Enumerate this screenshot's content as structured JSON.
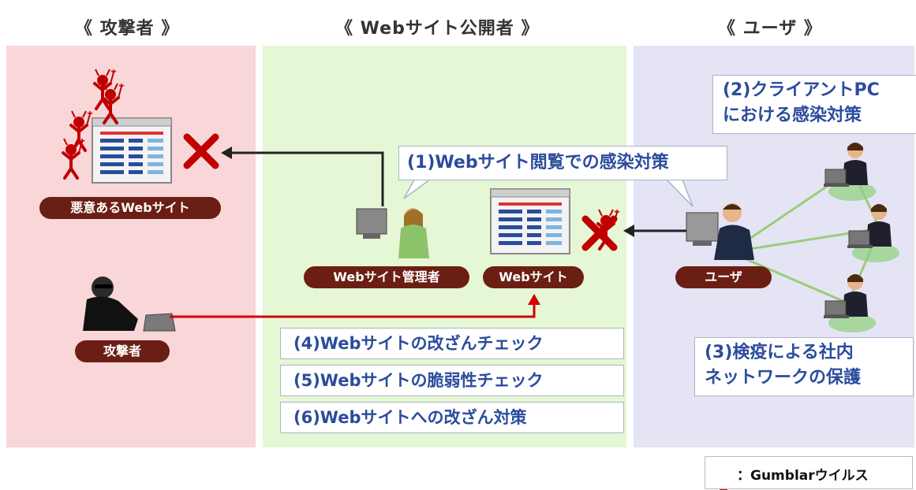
{
  "headers": {
    "attacker": "《 攻撃者 》",
    "publisher": "《 Webサイト公開者 》",
    "user": "《 ユーザ 》"
  },
  "labels": {
    "malicious_site": "悪意あるWebサイト",
    "attacker": "攻撃者",
    "site_admin": "Webサイト管理者",
    "website": "Webサイト",
    "user": "ユーザ"
  },
  "measures": {
    "m1": "(1)Webサイト閲覧での感染対策",
    "m2_line1": "(2)クライアントPC",
    "m2_line2": "における感染対策",
    "m3_line1": "(3)検疫による社内",
    "m3_line2": "ネットワークの保護",
    "m4": "(4)Webサイトの改ざんチェック",
    "m5": "(5)Webサイトの脆弱性チェック",
    "m6": "(6)Webサイトへの改ざん対策"
  },
  "legend": {
    "text": "：Gumblarウイルス",
    "icon": "devil-icon"
  },
  "colors": {
    "attacker_bg": "#f9d6d8",
    "publisher_bg": "#e5f7d4",
    "user_bg": "#e4e4f5",
    "label_pill": "#6b1f14",
    "measure_text": "#2b4c9d",
    "attack_arrow": "#d00000",
    "network_line": "#9ccc7a",
    "virus": "#c00000"
  }
}
